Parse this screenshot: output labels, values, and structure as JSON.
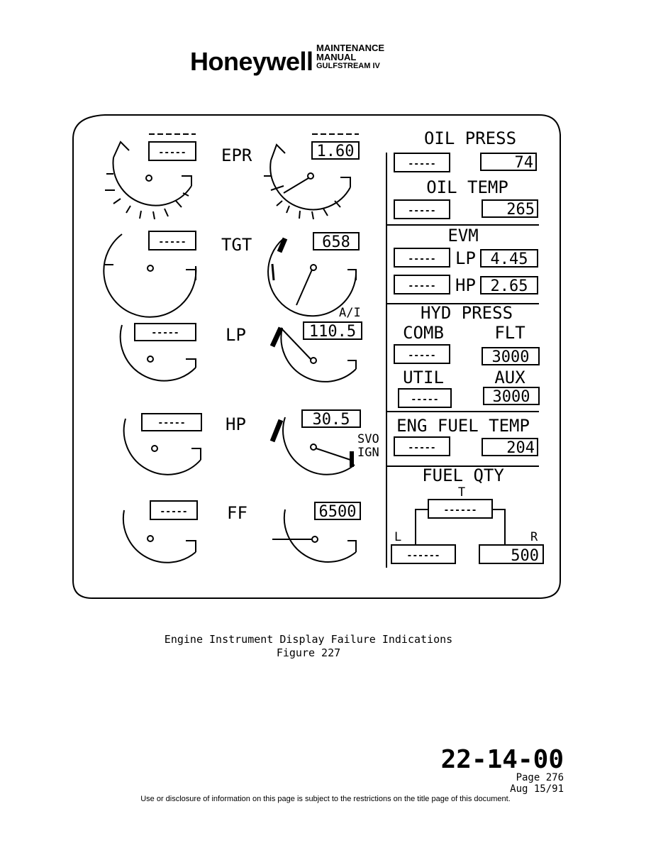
{
  "header": {
    "brand": "Honeywell",
    "line1": "MAINTENANCE",
    "line2": "MANUAL",
    "line3": "GULFSTREAM IV"
  },
  "figure": {
    "dashes5": "-----",
    "dashes6": "------",
    "engine_labels": {
      "epr": "EPR",
      "tgt": "TGT",
      "lp": "LP",
      "hp": "HP",
      "ff": "FF"
    },
    "right_values": {
      "epr": "1.60",
      "tgt": "658",
      "lp": "110.5",
      "hp": "30.5",
      "ff": "6500"
    },
    "ai_label": "A/I",
    "svo_label": "SVO",
    "ign_label": "IGN",
    "oil_press": {
      "title": "OIL PRESS",
      "right": "74"
    },
    "oil_temp": {
      "title": "OIL TEMP",
      "right": "265"
    },
    "evm": {
      "title": "EVM",
      "lp_label": "LP",
      "lp_value": "4.45",
      "hp_label": "HP",
      "hp_value": "2.65"
    },
    "hyd_press": {
      "title": "HYD PRESS",
      "comb": "COMB",
      "flt": "FLT",
      "flt_value": "3000",
      "util": "UTIL",
      "aux": "AUX",
      "aux_value": "3000"
    },
    "eng_fuel_temp": {
      "title": "ENG FUEL TEMP",
      "right": "204"
    },
    "fuel_qty": {
      "title": "FUEL QTY",
      "t": "T",
      "l": "L",
      "r": "R",
      "right": "500"
    }
  },
  "caption": {
    "line1": "Engine Instrument Display Failure Indications",
    "line2": "Figure 227"
  },
  "page": {
    "doc_number": "22-14-00",
    "page_label": "Page 276",
    "date": "Aug 15/91"
  },
  "footer": "Use or disclosure of information on this page is subject to the restrictions on the title page of this document."
}
